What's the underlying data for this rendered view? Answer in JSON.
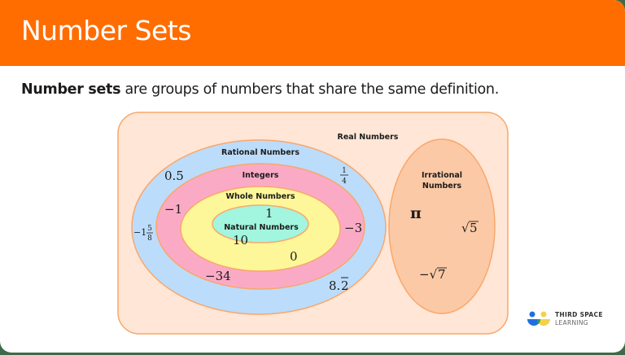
{
  "header": {
    "title": "Number Sets",
    "color": "#ff6d00"
  },
  "intro": {
    "bold": "Number sets",
    "rest": " are groups of numbers that share the same definition."
  },
  "diagram": {
    "real": {
      "label": "Real Numbers",
      "color": "#ffe6d6"
    },
    "rational": {
      "label": "Rational Numbers",
      "color": "#bcdcfb",
      "examples": [
        "0.5",
        "1/4",
        "-1 5/8",
        "8.2̅"
      ]
    },
    "integers": {
      "label": "Integers",
      "color": "#fbaac6",
      "examples": [
        "−1",
        "−3",
        "−34"
      ]
    },
    "whole": {
      "label": "Whole Numbers",
      "color": "#fdf79a",
      "examples": [
        "0"
      ]
    },
    "natural": {
      "label": "Natural Numbers",
      "color": "#a2f5df",
      "examples": [
        "1",
        "10"
      ]
    },
    "irrational": {
      "label_line1": "Irrational",
      "label_line2": "Numbers",
      "color": "#fcc9a6",
      "examples": [
        "π",
        "√5",
        "−√7"
      ]
    },
    "labels": {
      "r_0_5": "0.5",
      "r_quarter_num": "1",
      "r_quarter_den": "4",
      "r_mixed_whole": "−1",
      "r_mixed_num": "5",
      "r_mixed_den": "8",
      "r_repeat_base": "8.",
      "r_repeat_digit": "2",
      "i_neg1": "−1",
      "i_neg3": "−3",
      "i_neg34": "−34",
      "w_0": "0",
      "n_1": "1",
      "n_10": "10",
      "irr_pi": "π",
      "irr_sqrt5_rad": "√",
      "irr_sqrt5_val": "5",
      "irr_negsqrt7": "−√",
      "irr_sqrt7_val": "7"
    }
  },
  "logo": {
    "line1": "THIRD SPACE",
    "line2": "LEARNING"
  }
}
